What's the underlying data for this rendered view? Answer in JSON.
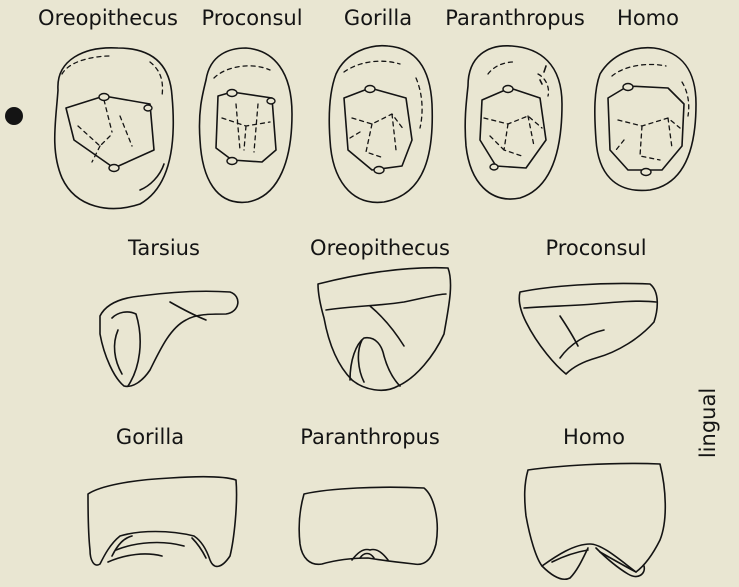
{
  "occlusal_labels": [
    "Oreopithecus",
    "Proconsul",
    "Gorilla",
    "Paranthropus",
    "Homo"
  ],
  "row2_labels": [
    "Tarsius",
    "Oreopithecus",
    "Proconsul"
  ],
  "row3_labels": [
    "Gorilla",
    "Paranthropus",
    "Homo"
  ],
  "side_label": "lingual"
}
